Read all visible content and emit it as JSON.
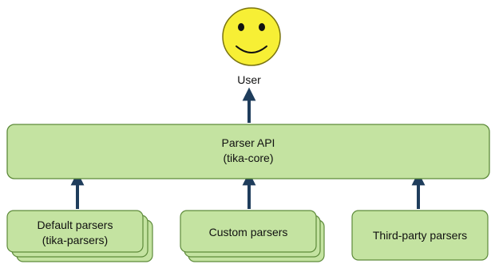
{
  "user": {
    "label": "User"
  },
  "parser_api": {
    "line1": "Parser API",
    "line2": "(tika-core)"
  },
  "parsers": {
    "default": {
      "line1": "Default parsers",
      "line2": "(tika-parsers)"
    },
    "custom": {
      "label": "Custom parsers"
    },
    "third_party": {
      "label": "Third-party parsers"
    }
  },
  "colors": {
    "box_fill": "#c4e3a1",
    "box_stroke": "#5d8a3a",
    "arrow": "#1f3d5c",
    "face_fill": "#f7ef35",
    "face_stroke": "#7a7410"
  }
}
